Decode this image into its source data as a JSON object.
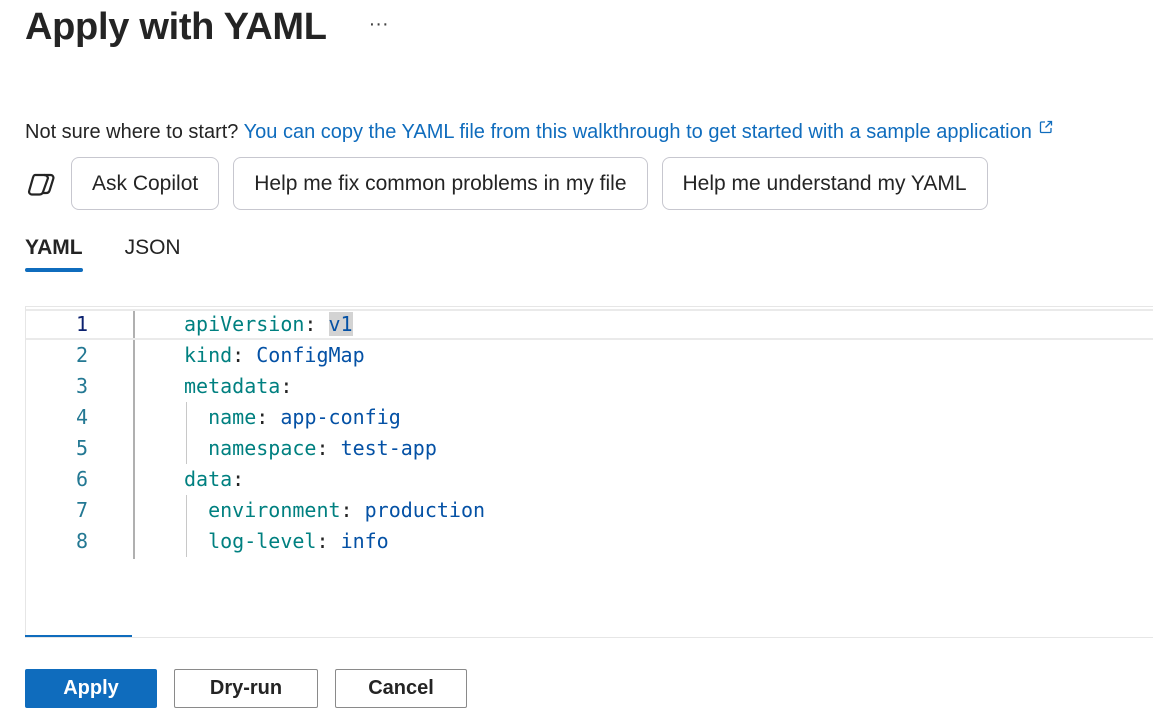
{
  "header": {
    "title": "Apply with YAML",
    "more_label": "···"
  },
  "hint": {
    "prefix": "Not sure where to start?",
    "link_text": "You can copy the YAML file from this walkthrough to get started with a sample application",
    "link_icon": "external-link-icon"
  },
  "copilot": {
    "icon": "copilot-icon",
    "prompts": [
      "Ask Copilot",
      "Help me fix common problems in my file",
      "Help me understand my YAML"
    ]
  },
  "tabs": [
    {
      "label": "YAML",
      "active": true
    },
    {
      "label": "JSON",
      "active": false
    }
  ],
  "editor": {
    "lines": [
      {
        "number": "1",
        "key": "apiVersion",
        "value": "v1"
      },
      {
        "number": "2",
        "key": "kind",
        "value": "ConfigMap"
      },
      {
        "number": "3",
        "key": "metadata",
        "value": ""
      },
      {
        "number": "4",
        "key": "name",
        "value": "app-config"
      },
      {
        "number": "5",
        "key": "namespace",
        "value": "test-app"
      },
      {
        "number": "6",
        "key": "data",
        "value": ""
      },
      {
        "number": "7",
        "key": "environment",
        "value": "production"
      },
      {
        "number": "8",
        "key": "log-level",
        "value": "info"
      }
    ]
  },
  "actions": {
    "apply_label": "Apply",
    "dryrun_label": "Dry-run",
    "cancel_label": "Cancel"
  },
  "colors": {
    "accent": "#0f6cbd",
    "yaml_key": "#008080",
    "yaml_value": "#0451a5"
  }
}
